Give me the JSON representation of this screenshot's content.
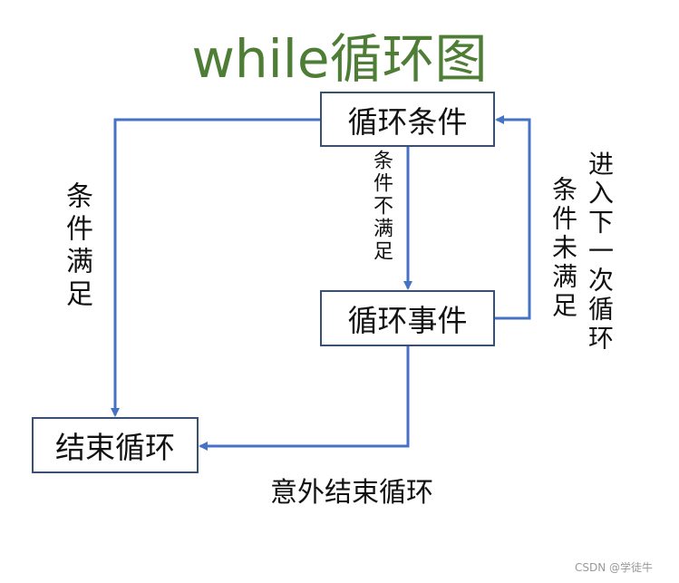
{
  "title": "while循环图",
  "boxes": {
    "condition": "循环条件",
    "event": "循环事件",
    "end": "结束循环"
  },
  "labels": {
    "condition_met": "条件满足",
    "condition_not_met": "条件不满足",
    "condition_unmet": "条件未满足",
    "enter_next_loop": "进入下一次循环",
    "unexpected_end": "意外结束循环"
  },
  "watermark": "CSDN @学徒牛",
  "colors": {
    "title": "#4e7d35",
    "arrow": "#4472c4",
    "box_border": "#3a5072"
  }
}
